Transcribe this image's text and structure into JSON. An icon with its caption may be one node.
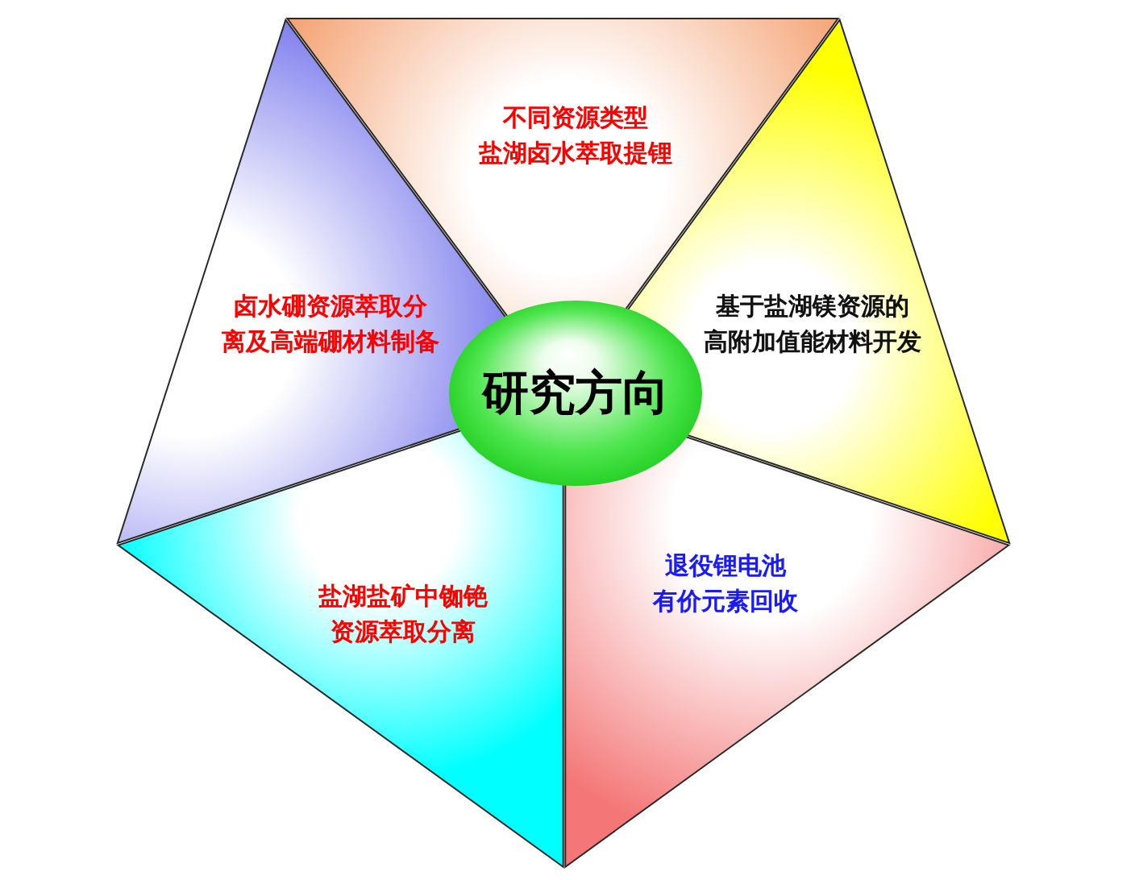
{
  "diagram": {
    "nodes": [
      {
        "text": [
          "不同资源类型盐湖卤水萃取提锂"
        ]
      },
      {
        "text": [
          "卤水硼资源萃取分离及高端硼材料制备"
        ]
      },
      {
        "text": [
          "基于盐湖镁资源的高附加值能材料开发"
        ]
      },
      {
        "text": [
          "研究方向"
        ]
      },
      {
        "text": [
          "盐湖盐矿中铷铯资源萃取分离"
        ]
      },
      {
        "text": [
          "退役锂电池有价元素回收"
        ]
      }
    ]
  }
}
